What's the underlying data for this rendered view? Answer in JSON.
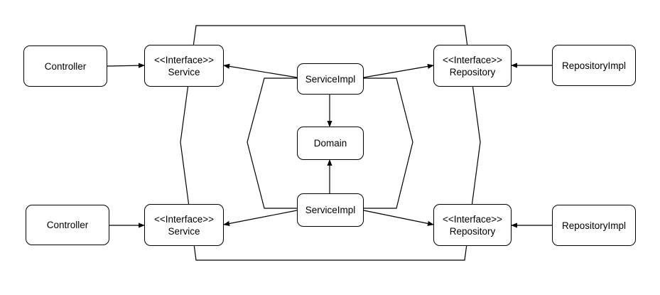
{
  "diagram": {
    "colors": {
      "stroke": "#000000",
      "fill": "#ffffff",
      "text": "#000000"
    },
    "nodes": {
      "controller_top": {
        "label": "Controller"
      },
      "service_top": {
        "stereotype": "<<Interface>>",
        "label": "Service"
      },
      "serviceimpl_top": {
        "label": "ServiceImpl"
      },
      "domain": {
        "label": "Domain"
      },
      "repository_top": {
        "stereotype": "<<Interface>>",
        "label": "Repository"
      },
      "repositoryimpl_top": {
        "label": "RepositoryImpl"
      },
      "controller_bottom": {
        "label": "Controller"
      },
      "service_bottom": {
        "stereotype": "<<Interface>>",
        "label": "Service"
      },
      "serviceimpl_bottom": {
        "label": "ServiceImpl"
      },
      "repository_bottom": {
        "stereotype": "<<Interface>>",
        "label": "Repository"
      },
      "repositoryimpl_bottom": {
        "label": "RepositoryImpl"
      }
    }
  }
}
